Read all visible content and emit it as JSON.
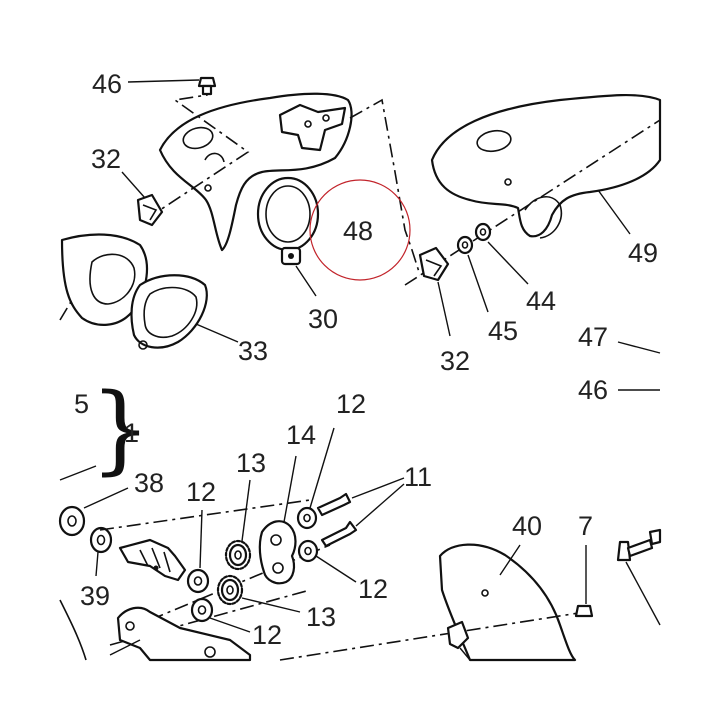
{
  "callouts": {
    "c46_top": "46",
    "c32_left": "32",
    "c48": "48",
    "c30": "30",
    "c49": "49",
    "c44": "44",
    "c45": "45",
    "c32_right": "32",
    "c33": "33",
    "c47": "47",
    "c46_right": "46",
    "c5": "5",
    "c1": "1",
    "c12_top": "12",
    "c14": "14",
    "c13_top": "13",
    "c11": "11",
    "c38": "38",
    "c12_left": "12",
    "c40": "40",
    "c7": "7",
    "c39": "39",
    "c12_right": "12",
    "c13_bottom": "13",
    "c12_bottom": "12"
  },
  "brace_glyph": "}",
  "colors": {
    "line": "#111111",
    "text": "#222222",
    "highlight_circle": "#c2242b",
    "background": "#ffffff"
  }
}
